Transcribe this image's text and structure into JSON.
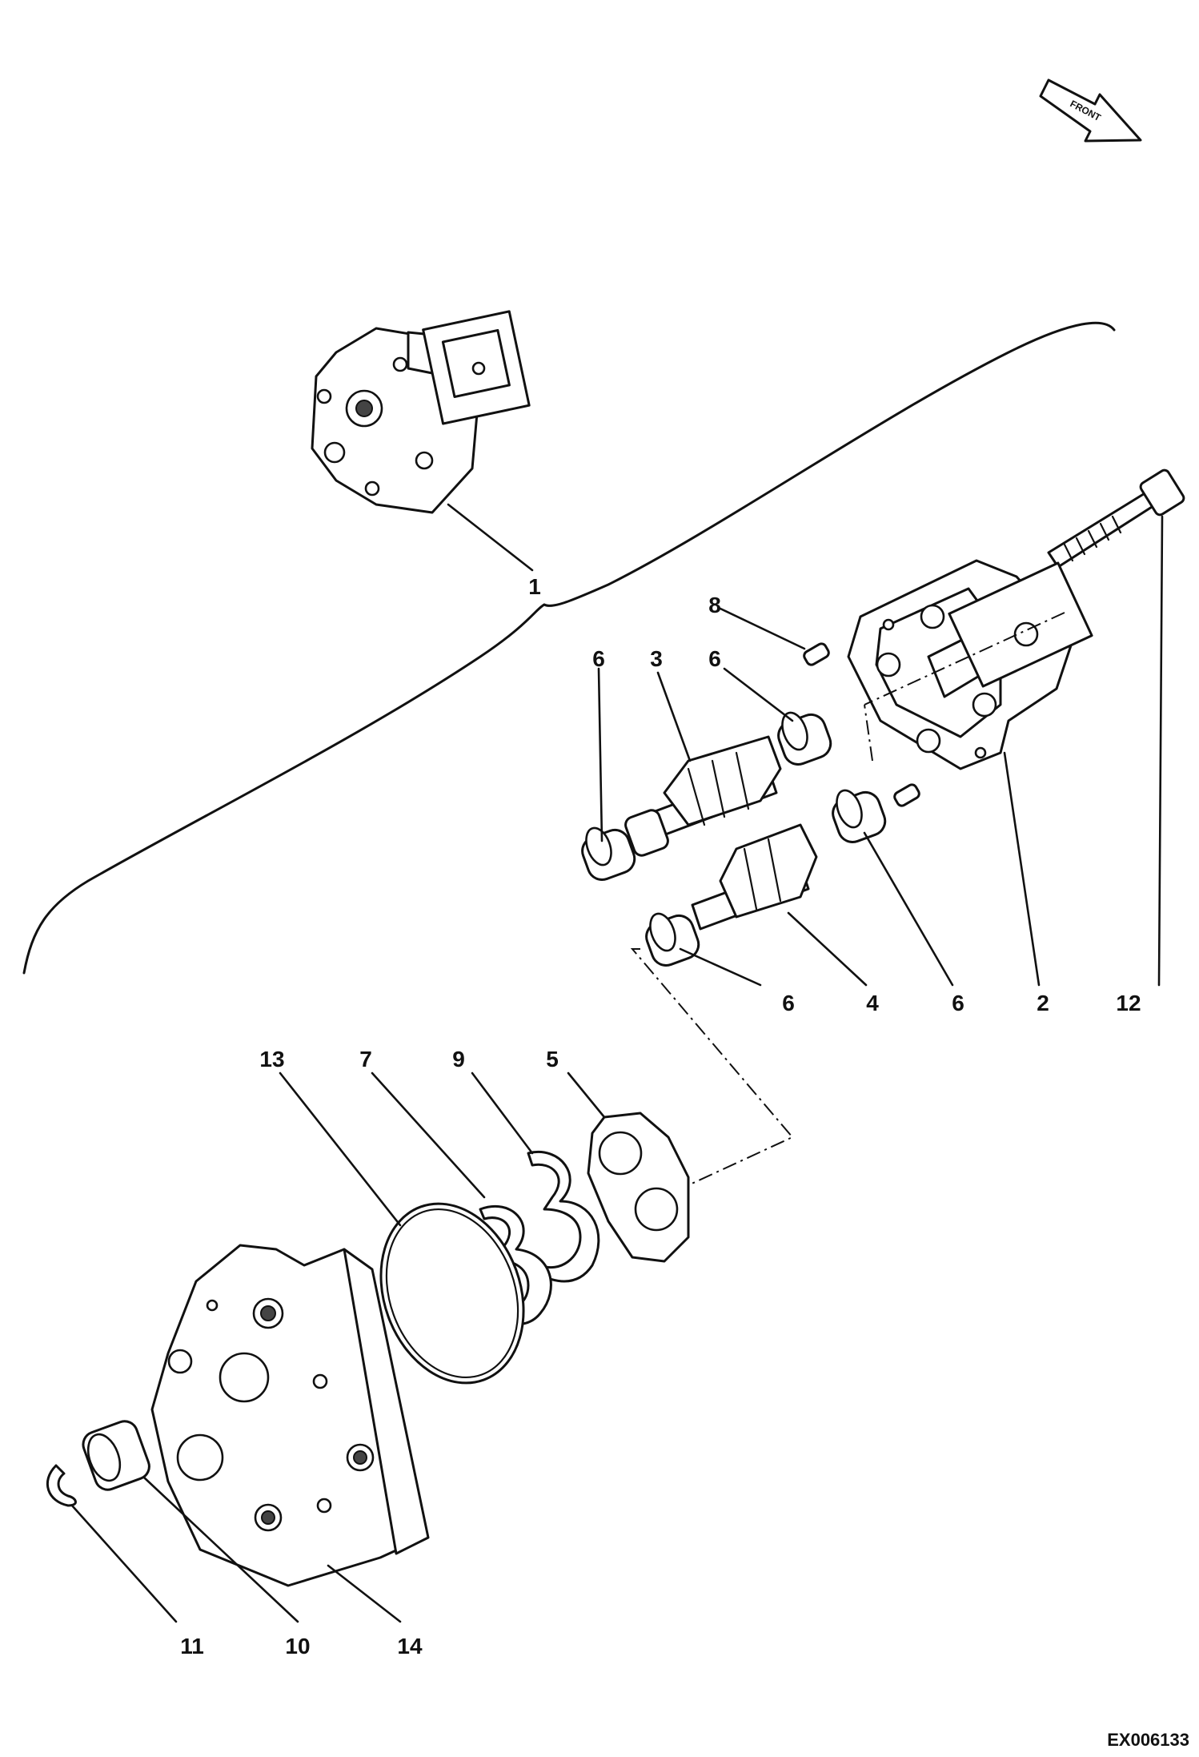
{
  "diagram": {
    "front_label": "FRONT",
    "drawing_code": "EX006133",
    "callouts": {
      "c1": "1",
      "c2": "2",
      "c3": "3",
      "c4": "4",
      "c5": "5",
      "c6a": "6",
      "c6b": "6",
      "c6c": "6",
      "c6d": "6",
      "c7": "7",
      "c8": "8",
      "c9": "9",
      "c10": "10",
      "c11": "11",
      "c12": "12",
      "c13": "13",
      "c14": "14"
    }
  }
}
